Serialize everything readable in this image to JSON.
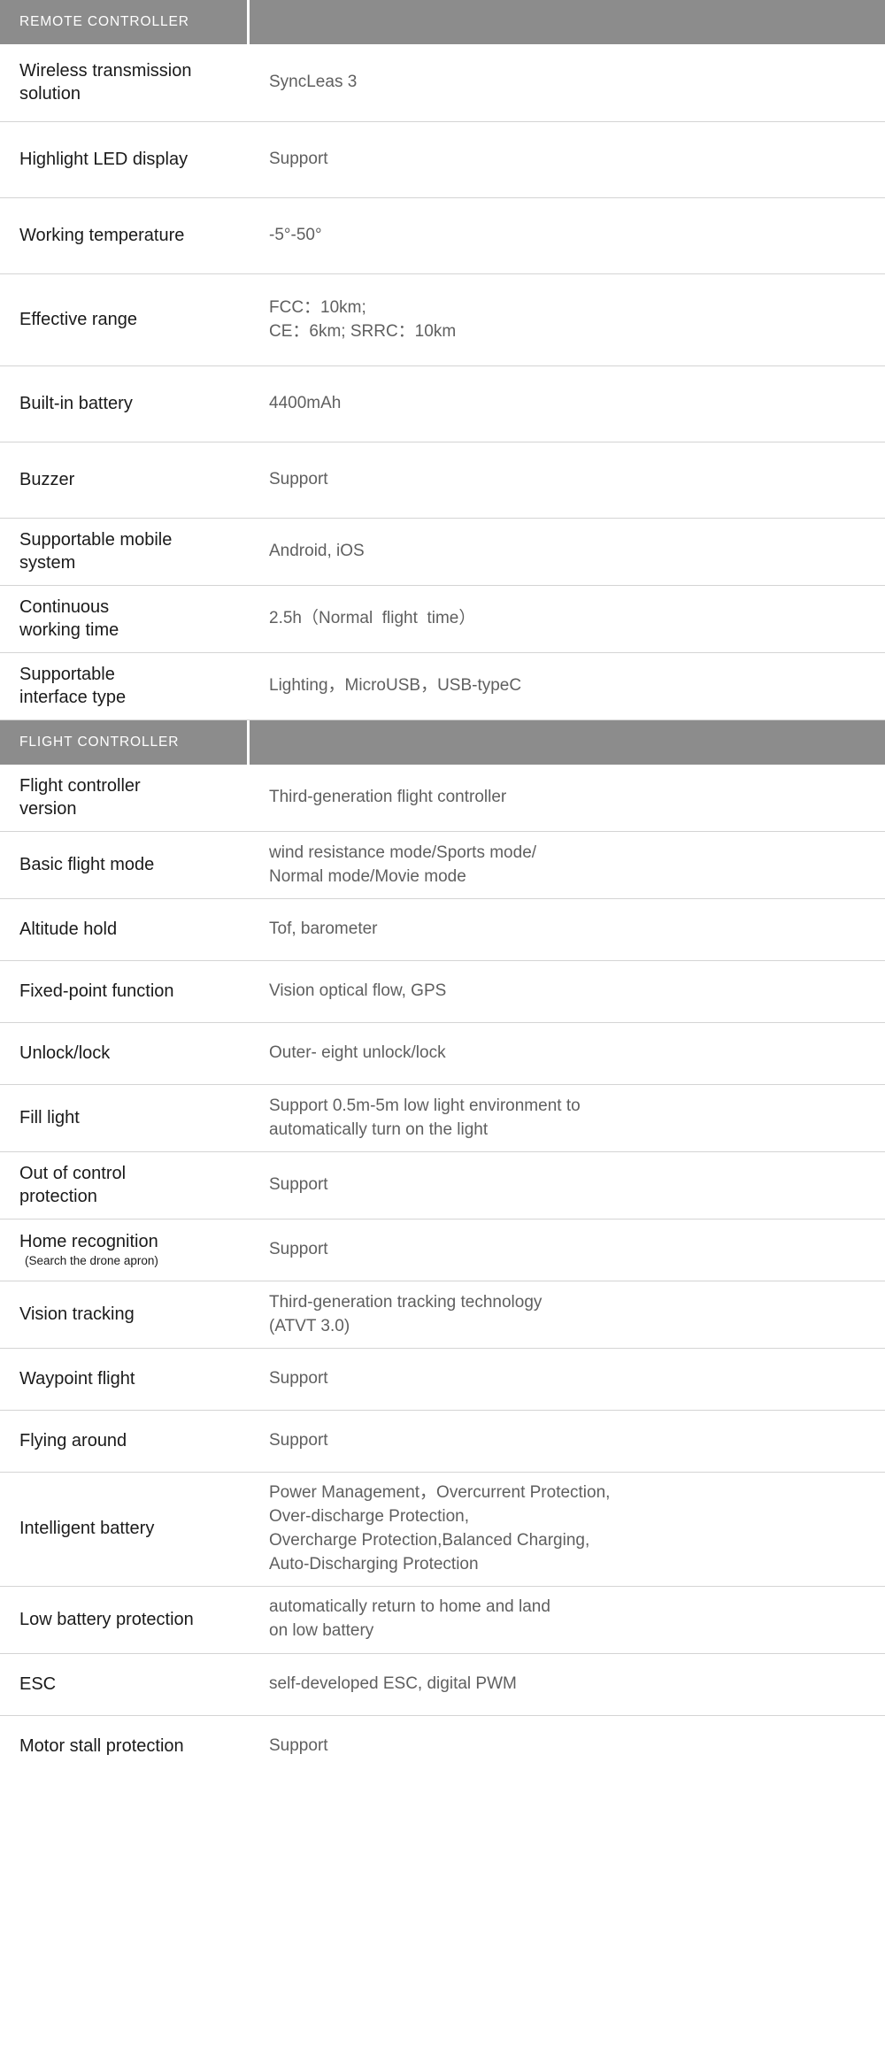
{
  "sections": [
    {
      "title": "REMOTE  CONTROLLER",
      "rows": [
        {
          "key": "Wireless  transmission\nsolution",
          "sub": "",
          "value": [
            "SyncLeas 3"
          ],
          "size": "h-tall"
        },
        {
          "key": "Highlight LED display",
          "sub": "",
          "value": [
            "Support"
          ],
          "size": "h-std"
        },
        {
          "key": "Working temperature",
          "sub": "",
          "value": [
            "-5°-50°"
          ],
          "size": "h-std"
        },
        {
          "key": "Effective range",
          "sub": "",
          "value": [
            "FCC：10km;",
            "CE：6km; SRRC：10km"
          ],
          "size": "h-xtall"
        },
        {
          "key": "Built-in battery",
          "sub": "",
          "value": [
            "4400mAh"
          ],
          "size": "h-std"
        },
        {
          "key": "Buzzer",
          "sub": "",
          "value": [
            "Support"
          ],
          "size": "h-std"
        },
        {
          "key": "Supportable  mobile\nsystem",
          "sub": "",
          "value": [
            "Android, iOS"
          ],
          "size": "h-mid"
        },
        {
          "key": "Continuous\nworking time",
          "sub": "",
          "value": [
            "2.5h（Normal  flight  time）"
          ],
          "size": "h-mid"
        },
        {
          "key": "Supportable\ninterface type",
          "sub": "",
          "value": [
            "Lighting，MicroUSB，USB-typeC"
          ],
          "size": "h-mid"
        }
      ]
    },
    {
      "title": "FLIGHT CONTROLLER",
      "rows": [
        {
          "key": "Flight controller\nversion",
          "sub": "",
          "value": [
            "Third-generation flight controller"
          ],
          "size": "h-mid"
        },
        {
          "key": "Basic flight mode",
          "sub": "",
          "value": [
            "wind resistance mode/Sports mode/",
            "Normal mode/Movie mode"
          ],
          "size": "h-mid"
        },
        {
          "key": "Altitude hold",
          "sub": "",
          "value": [
            "Tof, barometer"
          ],
          "size": "h-short"
        },
        {
          "key": "Fixed-point function",
          "sub": "",
          "value": [
            "Vision optical flow, GPS"
          ],
          "size": "h-short"
        },
        {
          "key": "Unlock/lock",
          "sub": "",
          "value": [
            "Outer- eight unlock/lock"
          ],
          "size": "h-short"
        },
        {
          "key": "Fill light",
          "sub": "",
          "value": [
            "Support 0.5m-5m low light environment to",
            "automatically turn on the light"
          ],
          "size": "h-mid"
        },
        {
          "key": "Out of control\nprotection",
          "sub": "",
          "value": [
            "Support"
          ],
          "size": "h-mid"
        },
        {
          "key": "Home recognition",
          "sub": "(Search the drone apron)",
          "value": [
            "Support"
          ],
          "size": "h-short"
        },
        {
          "key": "Vision  tracking",
          "sub": "",
          "value": [
            "Third-generation tracking technology",
            "(ATVT 3.0)"
          ],
          "size": "h-mid"
        },
        {
          "key": "Waypoint flight",
          "sub": "",
          "value": [
            "Support"
          ],
          "size": "h-short"
        },
        {
          "key": "Flying around",
          "sub": "",
          "value": [
            "Support"
          ],
          "size": "h-short"
        },
        {
          "key": "Intelligent battery",
          "sub": "",
          "value": [
            "Power Management，Overcurrent Protection,",
            "Over-discharge Protection,",
            "Overcharge Protection,Balanced Charging,",
            "Auto-Discharging Protection"
          ],
          "size": "h-xxtall"
        },
        {
          "key": "Low battery protection",
          "sub": "",
          "value": [
            "automatically return to home and land",
            "on low battery"
          ],
          "size": "h-mid"
        },
        {
          "key": "ESC",
          "sub": "",
          "value": [
            "self-developed ESC, digital PWM"
          ],
          "size": "h-short"
        },
        {
          "key": "Motor stall protection",
          "sub": "",
          "value": [
            "Support"
          ],
          "size": "h-short"
        }
      ]
    }
  ],
  "colors": {
    "header_band": "#8c8c8c",
    "header_text": "#ffffff",
    "key_text": "#1a1a1a",
    "value_text": "#5f5f5f",
    "row_divider": "#d4d4d4",
    "page_background": "#ffffff"
  }
}
